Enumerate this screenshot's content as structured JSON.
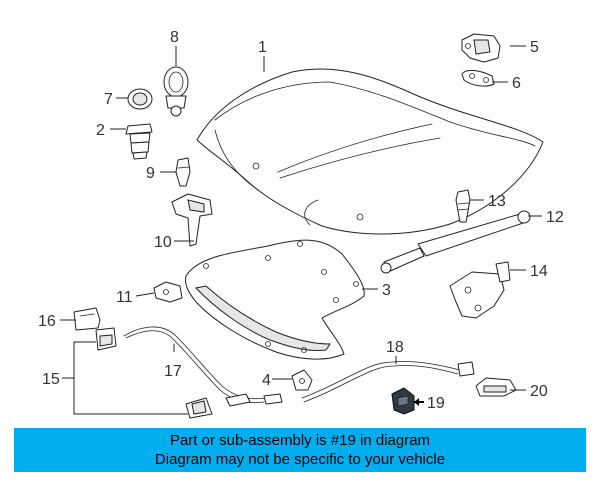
{
  "callouts": {
    "c1": "1",
    "c2": "2",
    "c3": "3",
    "c4": "4",
    "c5": "5",
    "c6": "6",
    "c7": "7",
    "c8": "8",
    "c9": "9",
    "c10": "10",
    "c11": "11",
    "c12": "12",
    "c13": "13",
    "c14": "14",
    "c15": "15",
    "c16": "16",
    "c17": "17",
    "c18": "18",
    "c19": "19",
    "c20": "20"
  },
  "banner": {
    "line1": "Part or sub-assembly is #19 in diagram",
    "line2": "Diagram may not be specific to your vehicle",
    "background": "#00aeef"
  },
  "colors": {
    "line": "#222222",
    "highlight_part": "#2f3a44"
  }
}
